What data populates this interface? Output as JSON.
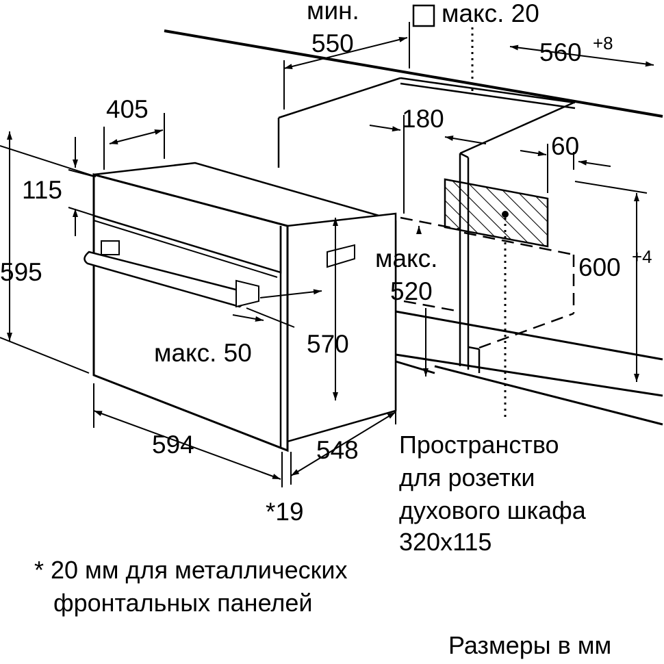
{
  "dimensions": {
    "min_label": "мин.",
    "d550": "550",
    "max20": "макс. 20",
    "d560": "560",
    "d560_sup": "+8",
    "d405": "405",
    "d180": "180",
    "d60": "60",
    "d115": "115",
    "d595": "595",
    "max_label": "макс.",
    "d520": "520",
    "d600": "600",
    "d600_sup": "+4",
    "max50": "макс. 50",
    "d570": "570",
    "d594": "594",
    "d548": "548",
    "d19": "*19"
  },
  "socket_note": {
    "line1": "Пространство",
    "line2": "для розетки",
    "line3": "духового шкафа",
    "line4": "320x115"
  },
  "footnote": {
    "line1": "* 20 мм для металлических",
    "line2": "фронтальных панелей"
  },
  "units_note": "Размеры в мм"
}
